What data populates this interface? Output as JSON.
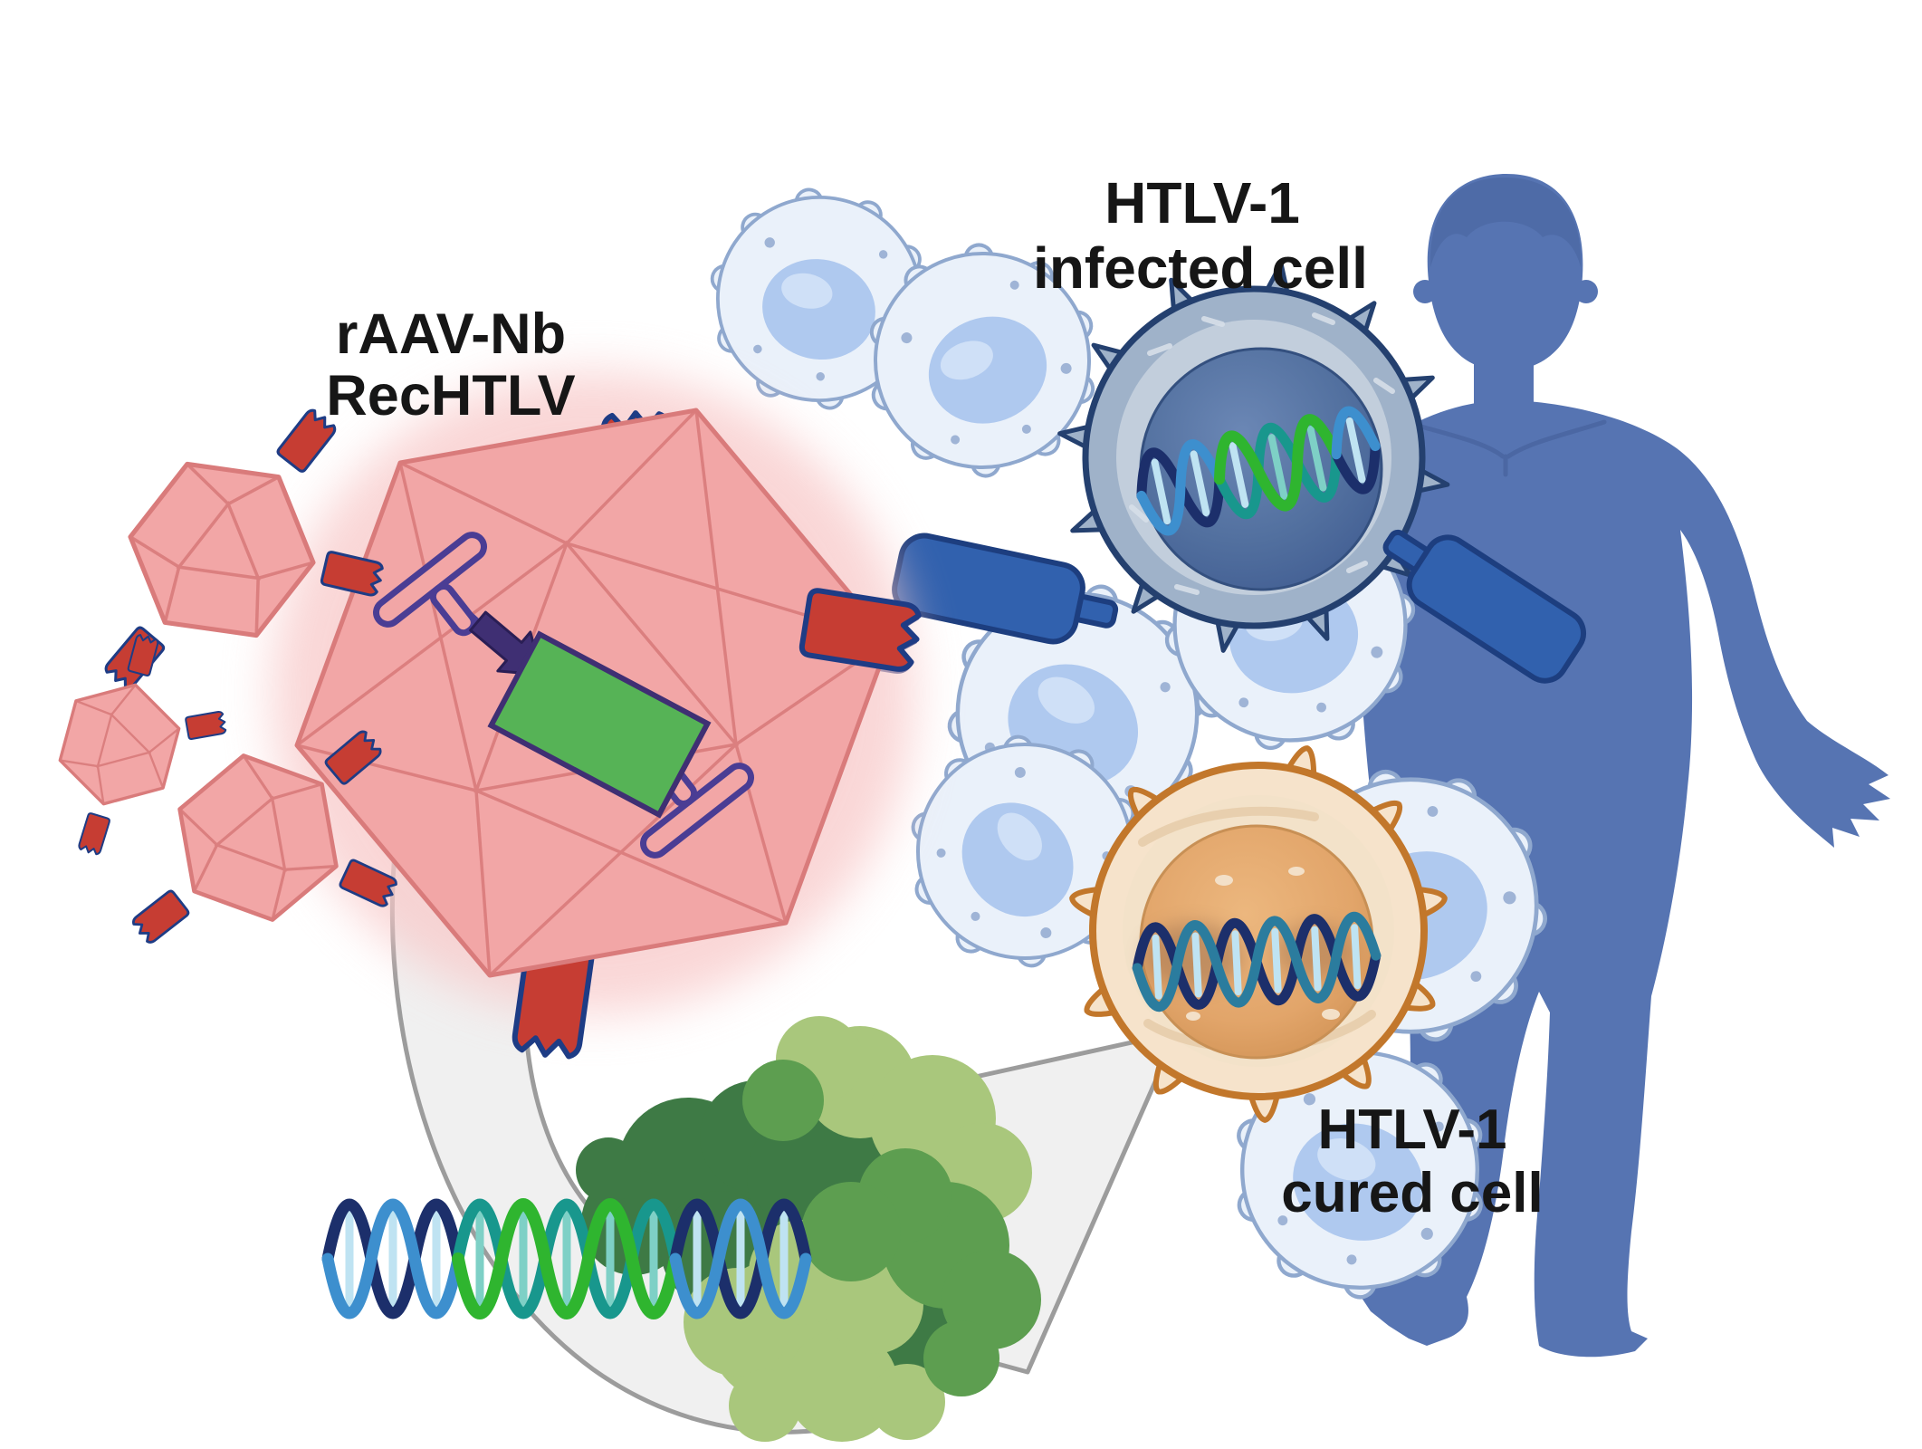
{
  "figure_type": "scientific-graphical-abstract",
  "labels": {
    "vector": {
      "line1": "rAAV-Nb",
      "line2": "RecHTLV"
    },
    "infected_cell": {
      "line1": "HTLV-1",
      "line2": "infected cell"
    },
    "cured_cell": {
      "line1": "HTLV-1",
      "line2": "cured cell"
    }
  },
  "icons": [
    "aav-capsid-icon",
    "small-aav-particle-icon",
    "nanobody-icon",
    "cell-receptor-icon",
    "itr-hairpin-icon",
    "promoter-arrow-icon",
    "transgene-cassette-icon",
    "infected-t-cell-icon",
    "cured-t-cell-icon",
    "lymphocyte-icon",
    "provirus-dna-icon",
    "cured-dna-icon",
    "genomic-dna-icon",
    "recombinase-protein-icon",
    "process-arrow-icon",
    "human-silhouette-icon"
  ],
  "palette": {
    "capsid_fill": "#F2A6A6",
    "capsid_stroke": "#D97B7B",
    "capsid_glow": "#F8C9C9",
    "nanobody_fill": "#C63D33",
    "nanobody_stroke": "#1E3C85",
    "receptor_fill": "#3161AE",
    "receptor_stroke": "#1D3E7F",
    "infected_cell_body": "#9FB2C9",
    "infected_cell_inner": "#C2CEDC",
    "infected_cell_stroke": "#24406F",
    "infected_nucleus": "#52709F",
    "cured_cell_body": "#F6E3CB",
    "cured_cell_stroke": "#C2772B",
    "cured_nucleus": "#E2A56A",
    "lymphocyte_body": "#EAF1FA",
    "lymphocyte_stroke": "#8FA8CE",
    "lymphocyte_nucleus": "#AFC9EF",
    "human_body": "#5674B2",
    "human_shade": "#49649F",
    "dna_navy": "#1C2F6B",
    "dna_blue": "#3D8FCE",
    "dna_rung": "#BFE3F2",
    "dna_green": "#2FB52F",
    "dna_teal": "#18978D",
    "dna_steel": "#2B7C9E",
    "dna_rung_green": "#7ED0C6",
    "recombinase_light": "#A9C77C",
    "recombinase_mid": "#5D9E50",
    "recombinase_dark": "#3E7A45",
    "itr_purple": "#4A3D94",
    "promoter_purple": "#3F2F73",
    "transgene_green": "#56B356",
    "arrow_fill": "#F0F0F0",
    "arrow_stroke": "#9C9C9C",
    "label_color": "#161616"
  }
}
